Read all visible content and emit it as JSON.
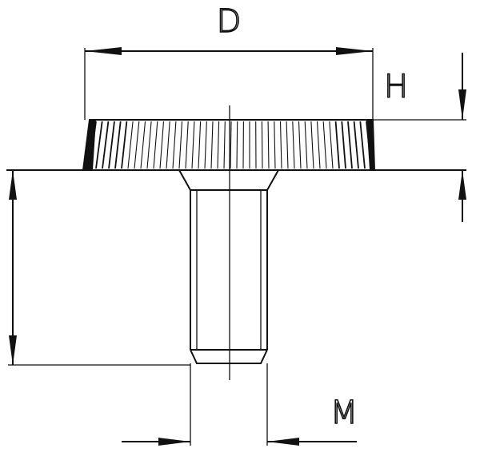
{
  "labels": {
    "diameter": "D",
    "height": "H",
    "thread": "M"
  },
  "colors": {
    "stroke": "#111111",
    "background": "#ffffff"
  }
}
